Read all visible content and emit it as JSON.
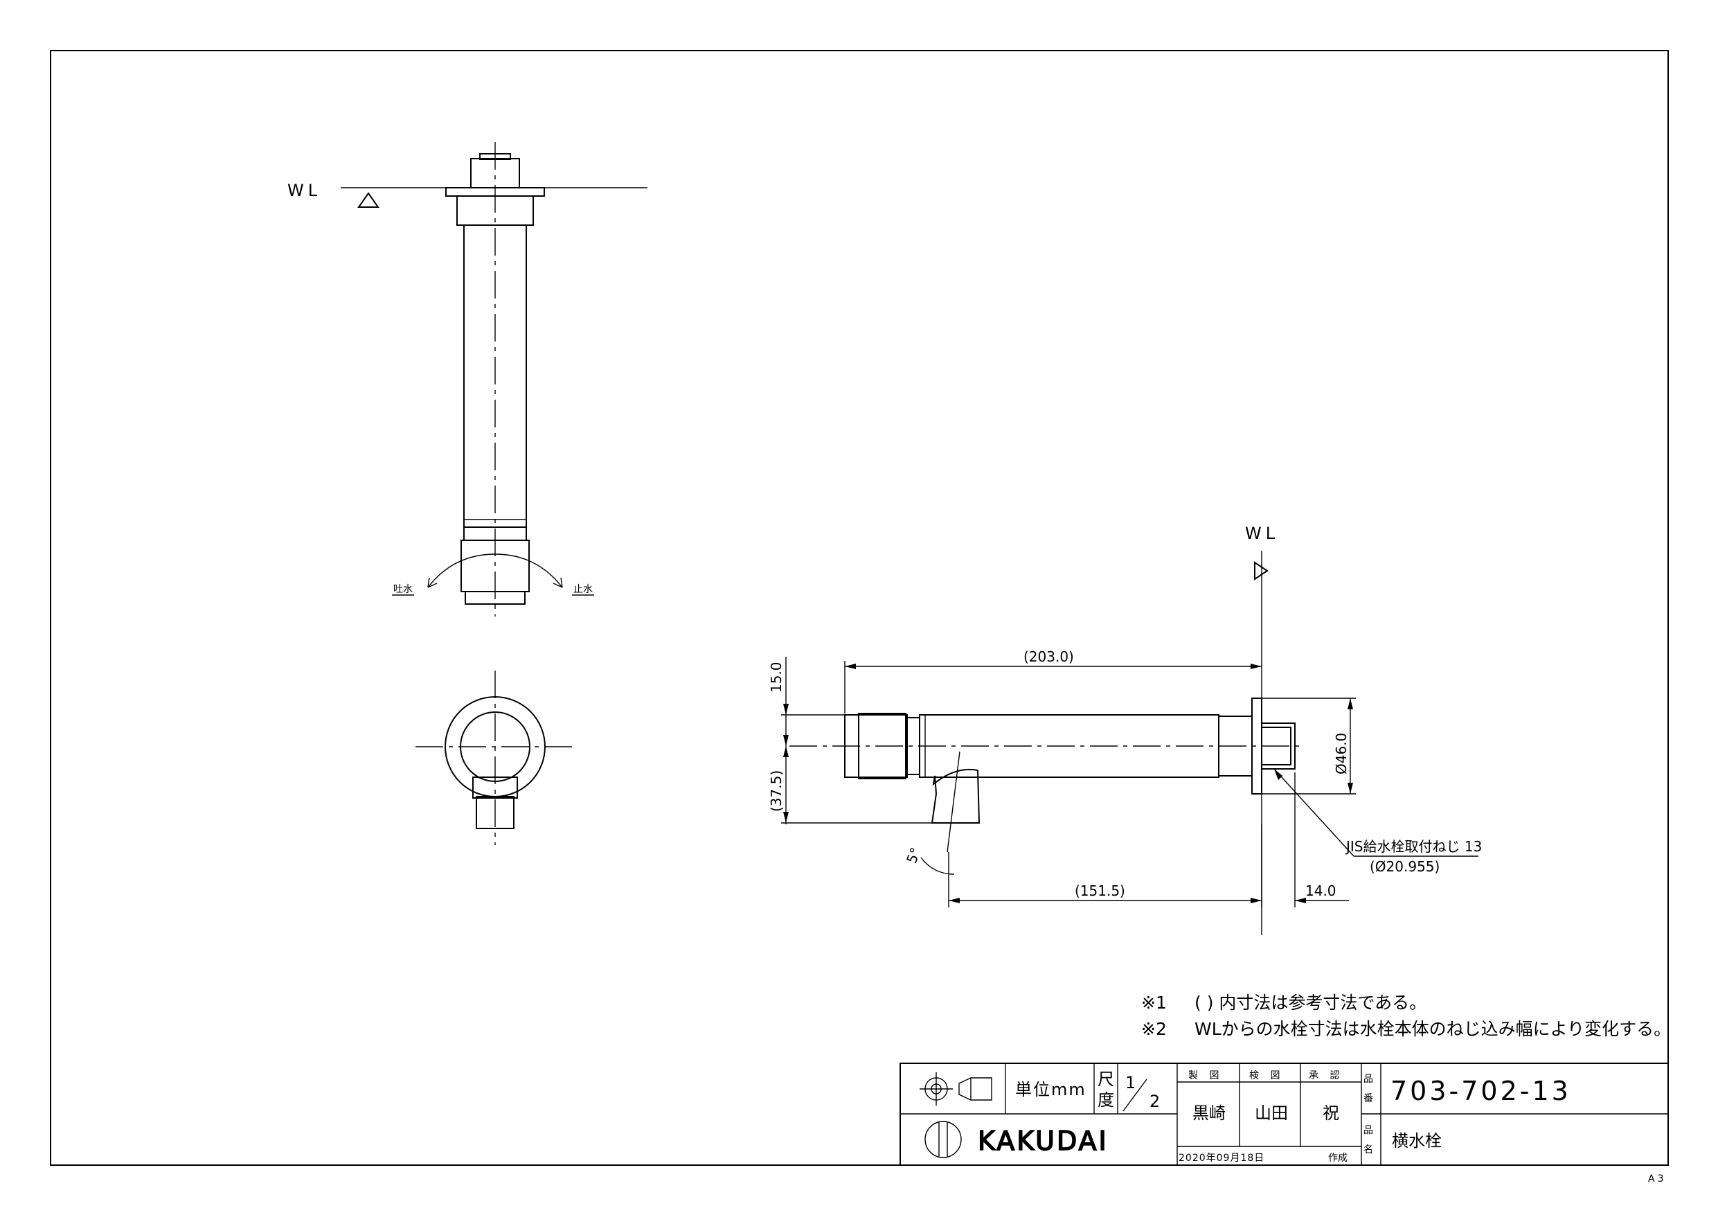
{
  "labels": {
    "wl_top": "WL",
    "wl_side": "WL",
    "outlet": "吐水",
    "stop": "止水"
  },
  "dimensions": {
    "d_203": "(203.0)",
    "d_15": "15.0",
    "d_37_5": "(37.5)",
    "d_46": "Ø46.0",
    "d_151_5": "(151.5)",
    "d_14": "14.0",
    "angle": "5°",
    "thread_name": "JIS給水栓取付ねじ 13",
    "thread_dia": "(Ø20.955)"
  },
  "notes": {
    "n1_mark": "※1",
    "n1_text": "( ) 内寸法は参考寸法である。",
    "n2_mark": "※2",
    "n2_text": "WLからの水栓寸法は水栓本体のねじ込み幅により変化する。"
  },
  "title_block": {
    "unit_label": "単位mm",
    "scale_label_1": "尺",
    "scale_label_2": "度",
    "scale_num": "1",
    "scale_den": "2",
    "drawn_head": "製 図",
    "checked_head": "検 図",
    "approved_head": "承 認",
    "drawn_name": "黒崎",
    "checked_name": "山田",
    "approved_name": "祝",
    "part_no_label_1": "品",
    "part_no_label_2": "番",
    "part_no": "703-702-13",
    "part_name_label_1": "品",
    "part_name_label_2": "名",
    "part_name": "横水栓",
    "company": "KAKUDAI",
    "date": "2020年09月18日",
    "created": "作成"
  },
  "paper_size": "A3",
  "colors": {
    "ink": "#000000",
    "paper": "#ffffff"
  }
}
